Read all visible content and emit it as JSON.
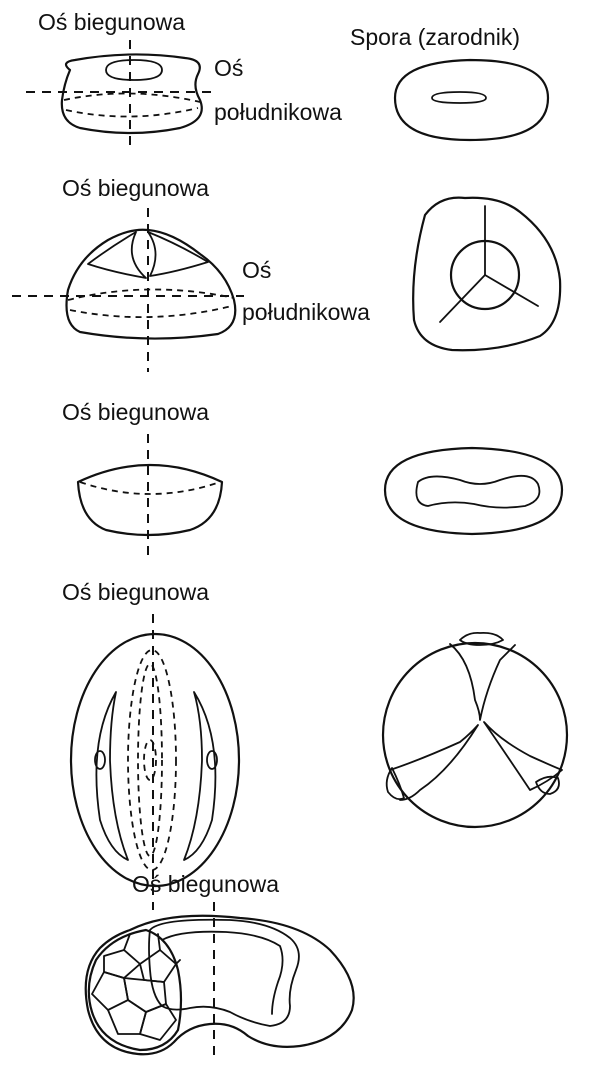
{
  "labels": {
    "polar_axis": "Oś biegunowa",
    "spore": "Spora (zarodnik)",
    "axis_word": "Oś",
    "meridional": "południkowa"
  }
}
